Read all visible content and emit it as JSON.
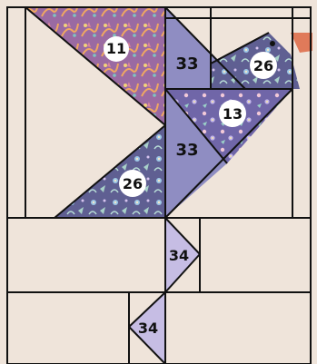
{
  "colors": {
    "background_fabric": "#efe4da",
    "seam_line": "#111111",
    "periwinkle_solid": "#8f8dc2",
    "lavender_light": "#c6bde4",
    "navy_print": "#5f5f92",
    "pink_print": "#9a6aa2",
    "purple_print": "#7066a8",
    "orange_accent": "#e07a5a",
    "label_circle": "#ffffff"
  },
  "labels": {
    "piece_11": "11",
    "piece_13": "13",
    "piece_26_head": "26",
    "piece_26_wing": "26",
    "piece_33_top": "33",
    "piece_33_bottom": "33",
    "piece_34_upper": "34",
    "piece_34_lower": "34"
  }
}
